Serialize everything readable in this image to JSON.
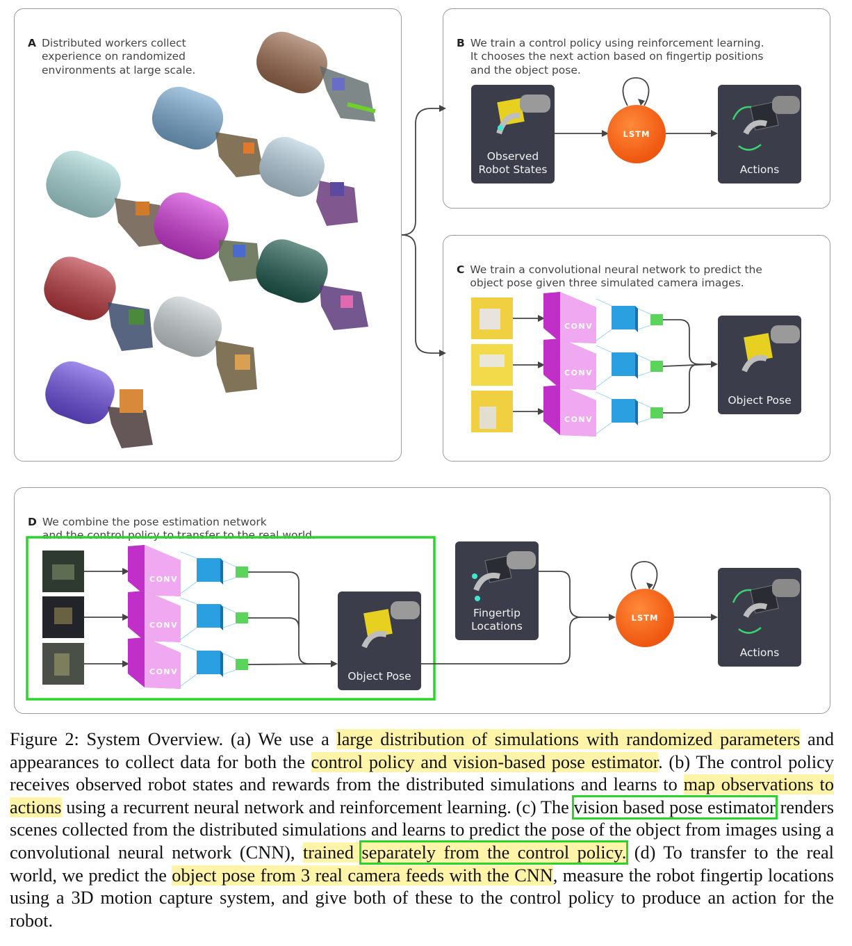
{
  "panels": {
    "a": {
      "letter": "A",
      "text": "Distributed workers collect\nexperience on randomized\nenvironments at large scale."
    },
    "b": {
      "letter": "B",
      "text": "We train a control policy using reinforcement learning.\nIt chooses the next action based on fingertip positions\nand the object pose.",
      "input_label": "Observed\nRobot States",
      "lstm": "LSTM",
      "output_label": "Actions"
    },
    "c": {
      "letter": "C",
      "text": "We train a convolutional neural network to predict the\nobject pose given three simulated camera images.",
      "conv": [
        "CONV",
        "CONV",
        "CONV"
      ],
      "output_label": "Object Pose"
    },
    "d": {
      "letter": "D",
      "text": "We combine the pose estimation network\nand the control policy to transfer to the real world.",
      "conv": [
        "CONV",
        "CONV",
        "CONV"
      ],
      "pose_label": "Object Pose",
      "fingertip_label": "Fingertip\nLocations",
      "lstm": "LSTM",
      "output_label": "Actions"
    }
  },
  "caption": {
    "p1": "Figure 2: System Overview. (a) We use a ",
    "h1": "large distribution of simulations with randomized parameters",
    "p2": " and appearances to collect data for both the ",
    "h2": "control policy and vision-based pose estimator",
    "p3": ". (b) The control policy receives observed robot states and rewards from the distributed simulations and learns to ",
    "h3": "map observations to actions",
    "p4": " using a recurrent neural network and reinforcement learning. (c) The ",
    "h4": "vision based pose estimator",
    "p5": " renders scenes collected from the distributed simulations and learns to predict the pose of the object from images using a convolutional neural network (CNN), ",
    "h5a": "trained ",
    "h5b": "separately from the control policy.",
    "p6": " (d) To transfer to the real world, we predict the ",
    "h6": "object pose from 3 real camera feeds with the CNN",
    "p7": ", measure the robot fingertip locations using a 3D motion capture system, and give both of these to the control policy to produce an action for the robot."
  },
  "colors": {
    "highlight": "#fff4a8",
    "green_box": "#2bd42b",
    "dark_box": "#3b3d4a",
    "conv": "#e070e8",
    "lstm": "#f05a12"
  }
}
